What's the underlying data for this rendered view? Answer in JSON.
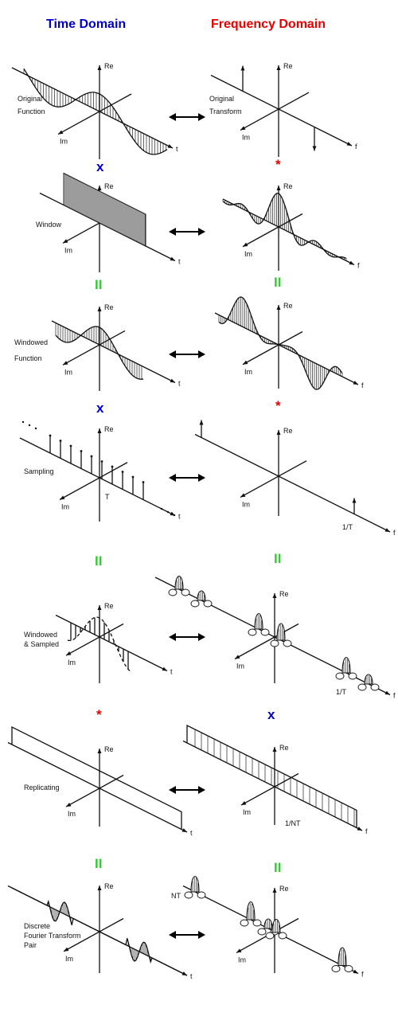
{
  "header": {
    "time": "Time Domain",
    "frequency": "Frequency Domain"
  },
  "colors": {
    "time_header": "#0000cc",
    "freq_header": "#e60000",
    "op_x": "#0000cc",
    "op_star": "#e60000",
    "op_eq": "#33cc33"
  },
  "axes": {
    "re": "Re",
    "im": "Im",
    "t": "t",
    "f": "f"
  },
  "rows": [
    {
      "time_label": "Original Function",
      "freq_label": "Original Transform"
    },
    {
      "time_label": "Window"
    },
    {
      "time_label": "Windowed Function"
    },
    {
      "time_label": "Sampling",
      "time_marker": "T",
      "freq_marker": "1/T"
    },
    {
      "time_label": "Windowed & Sampled",
      "freq_marker": "1/T"
    },
    {
      "time_label": "Replicating",
      "freq_marker": "1/NT"
    },
    {
      "time_label": "Discrete Fourier Transform Pair",
      "freq_marker": "NT"
    }
  ],
  "operators": [
    {
      "time": "x",
      "freq": "*"
    },
    {
      "time": "II",
      "freq": "II"
    },
    {
      "time": "x",
      "freq": "*"
    },
    {
      "time": "II",
      "freq": "II"
    },
    {
      "time": "*",
      "freq": "x"
    },
    {
      "time": "II",
      "freq": "II"
    }
  ],
  "arrow_icon": "double-headed-arrow"
}
